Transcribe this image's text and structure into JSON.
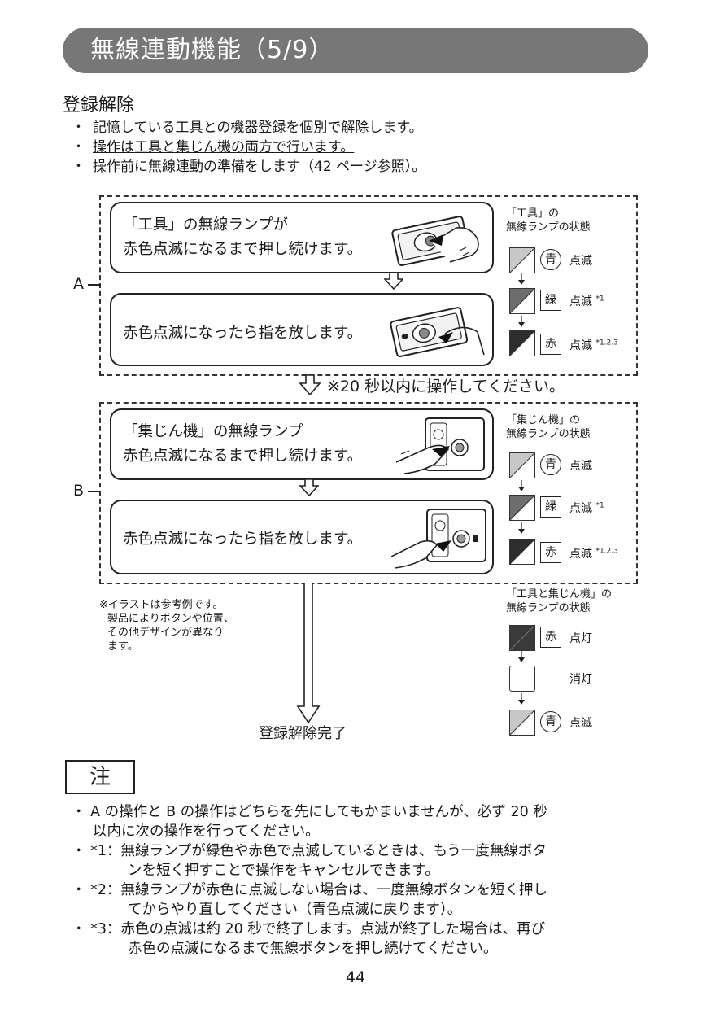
{
  "header": {
    "title": "無線連動機能（5/9）"
  },
  "section": {
    "title": "登録解除",
    "bullets": [
      "記憶している工具との機器登録を個別で解除します。",
      "操作は工具と集じん機の両方で行います。",
      "操作前に無線連動の準備をします（42 ページ参照）。"
    ],
    "bullet_mark": "・"
  },
  "group_a": {
    "label": "A",
    "step1": [
      "「工具」の無線ランプが",
      "赤色点滅になるまで押し続けます。"
    ],
    "step2": "赤色点滅になったら指を放します。",
    "side_head": [
      "「工具」の",
      "無線ランプの状態"
    ]
  },
  "between_note": "※20 秒以内に操作してください。",
  "group_b": {
    "label": "B",
    "step1": [
      "「集じん機」の無線ランプ",
      "赤色点滅になるまで押し続けます。"
    ],
    "step2": "赤色点滅になったら指を放します。",
    "side_head": [
      "「集じん機」の",
      "無線ランプの状態"
    ]
  },
  "states": {
    "blue": {
      "char": "青",
      "label": "点滅"
    },
    "green": {
      "char": "緑",
      "label": "点滅",
      "sup": "*1"
    },
    "red": {
      "char": "赤",
      "label": "点滅",
      "sup": "*1.2.3"
    }
  },
  "final": {
    "side_head": [
      "「工具と集じん機」の",
      "無線ランプの状態"
    ],
    "red": {
      "char": "赤",
      "label": "点灯"
    },
    "off": {
      "label": "消灯"
    },
    "blue": {
      "char": "青",
      "label": "点滅"
    },
    "complete": "登録解除完了"
  },
  "illustration_note": [
    "※イラストは参考例です。",
    "製品によりボタンや位置、",
    "その他デザインが異なり",
    "ます。"
  ],
  "note": {
    "heading": "注",
    "lines": [
      "・ A の操作と B の操作はどちらを先にしてもかまいませんが、必ず 20 秒",
      "以内に次の操作を行ってください。",
      "・ *1：無線ランプが緑色や赤色で点滅しているときは、もう一度無線ボタ",
      "ンを短く押すことで操作をキャンセルできます。",
      "・ *2：無線ランプが赤色に点滅しない場合は、一度無線ボタンを短く押し",
      "てからやり直してください（青色点滅に戻ります）。",
      "・ *3：赤色の点滅は約 20 秒で終了します。点滅が終了した場合は、再び",
      "赤色の点滅になるまで無線ボタンを押し続けてください。"
    ]
  },
  "page_number": "44",
  "colors": {
    "header_bg": "#777777",
    "lamp_light": "#c8c8c8",
    "lamp_mid": "#6e6e6e",
    "lamp_dark": "#2e2e2e"
  }
}
